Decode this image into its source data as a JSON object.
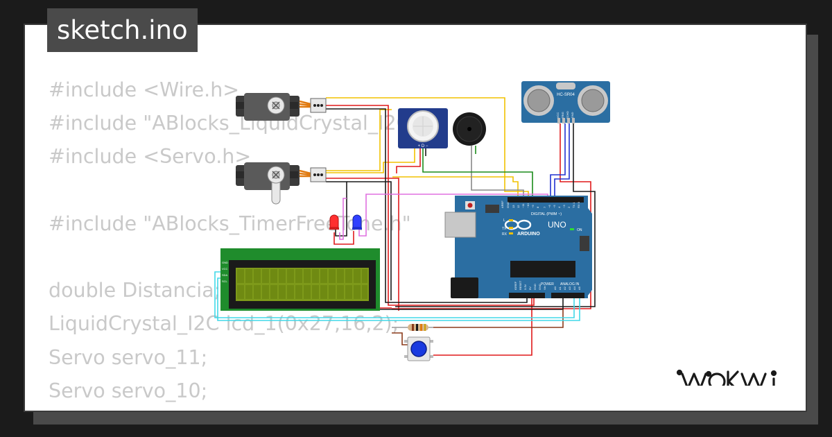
{
  "file_tab": {
    "title": "sketch.ino"
  },
  "code_lines": [
    "#include <Wire.h>",
    "#include \"ABlocks_LiquidCrystal_I2C.h\"",
    "#include <Servo.h>",
    "",
    "#include \"ABlocks_TimerFreeTone.h\"",
    "",
    "double Distancia;",
    "LiquidCrystal_I2C lcd_1(0x27,16,2);",
    "Servo servo_11;",
    "Servo servo_10;"
  ],
  "components": {
    "ultrasonic": {
      "label": "HC-SR04",
      "pins": [
        "VCC",
        "TRIG",
        "ECHO",
        "GND"
      ]
    },
    "pir": {
      "pins": "+ D −"
    },
    "arduino": {
      "brand": "ARDUINO",
      "model": "UNO",
      "digital_label": "DIGITAL (PWM ~)",
      "aref": "AREF",
      "gnd": "GND",
      "digital_pins": [
        "13",
        "12",
        "~11",
        "~10",
        "~9",
        "8",
        "7",
        "~6",
        "~5",
        "4",
        "~3",
        "2",
        "TX 1",
        "RX 0"
      ],
      "power_label": "POWER",
      "analog_label": "ANALOG IN",
      "power_pins": [
        "IOREF",
        "RESET",
        "3.3V",
        "5V",
        "GND",
        "GND",
        "Vin"
      ],
      "analog_pins": [
        "A0",
        "A1",
        "A2",
        "A3",
        "A4",
        "A5"
      ],
      "leds": [
        "L",
        "TX",
        "RX"
      ],
      "on_label": "ON"
    },
    "lcd": {
      "pins": [
        "GND",
        "VCC",
        "SDA",
        "SCL"
      ]
    }
  },
  "brand": {
    "logo_text": "WOKWI"
  },
  "colors": {
    "wire_red": "#e0191a",
    "wire_black": "#1a1a1a",
    "wire_yellow": "#f2c200",
    "wire_green": "#1a8c1a",
    "wire_blue": "#2030d0",
    "wire_pink": "#e070e0",
    "wire_cyan": "#40d8e8",
    "wire_brown": "#8b3a1a",
    "board_blue": "#2b6ea2"
  }
}
